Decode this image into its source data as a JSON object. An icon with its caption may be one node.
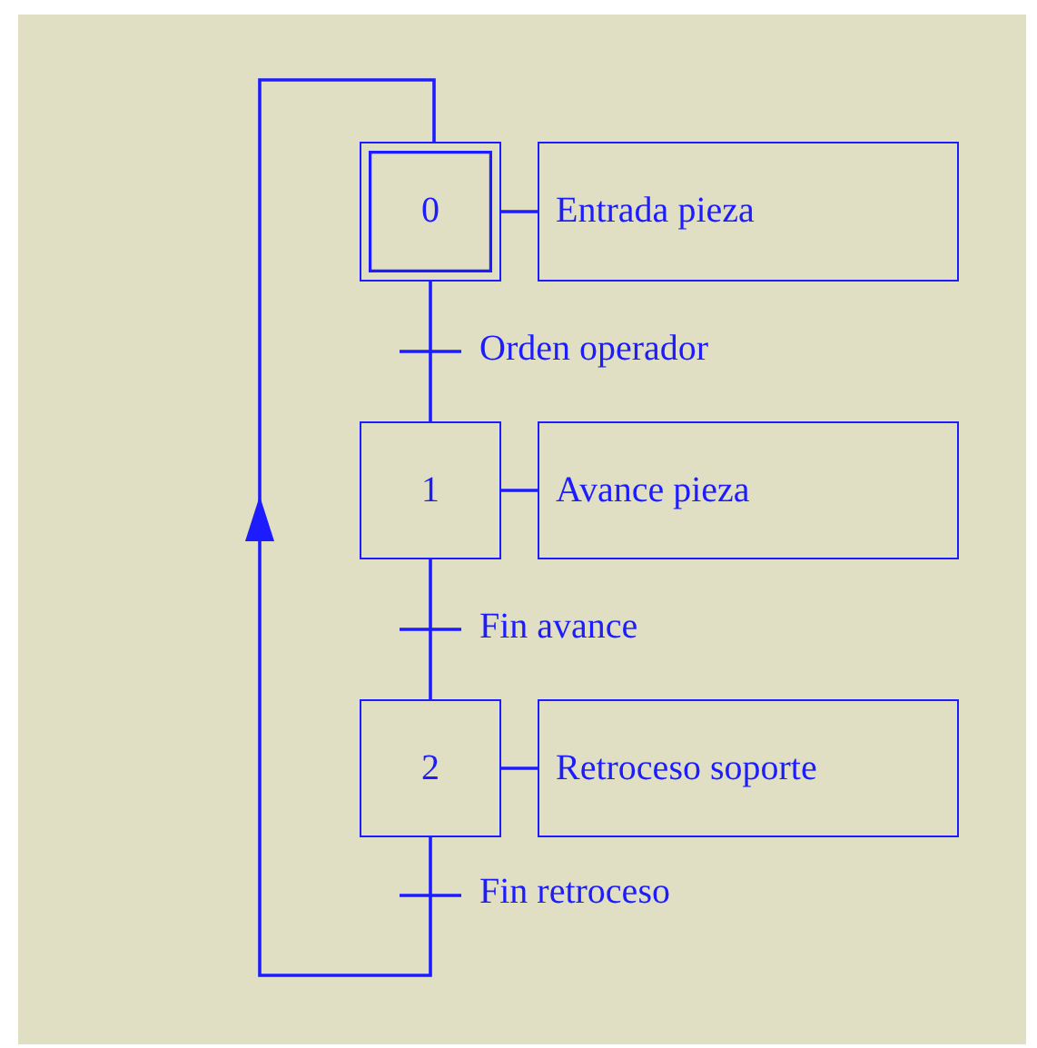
{
  "diagram": {
    "nodes": [
      {
        "text": [
          "0"
        ]
      },
      {
        "text": [
          "Entrada pieza"
        ]
      },
      {
        "text": [
          "1"
        ]
      },
      {
        "text": [
          "Avance pieza"
        ]
      },
      {
        "text": [
          "2"
        ]
      },
      {
        "text": [
          "Retroceso soporte"
        ]
      }
    ],
    "edges": [
      {
        "from": 0,
        "to": 1,
        "arrow": "none"
      },
      {
        "from": 0,
        "to": 2,
        "arrow": "none",
        "label": "Orden operador"
      },
      {
        "from": 2,
        "to": 3,
        "arrow": "none"
      },
      {
        "from": 2,
        "to": 4,
        "arrow": "none",
        "label": "Fin avance"
      },
      {
        "from": 4,
        "to": 5,
        "arrow": "none"
      },
      {
        "from": 4,
        "to": 0,
        "arrow": "to",
        "label": "Fin retroceso"
      }
    ]
  }
}
